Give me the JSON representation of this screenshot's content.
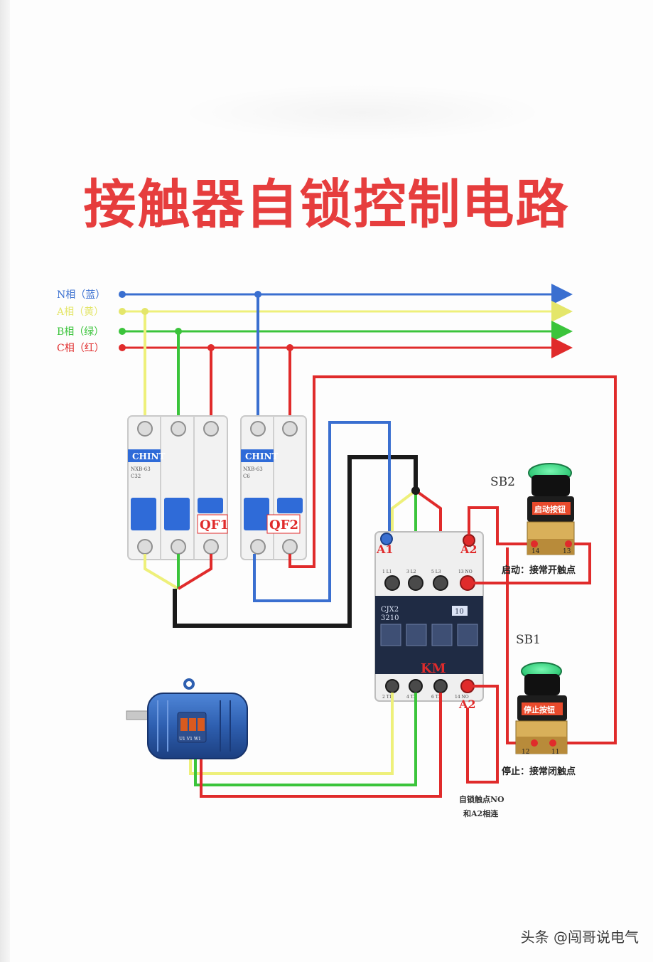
{
  "title": "接触器自锁控制电路",
  "lines": {
    "n": "N相（蓝）",
    "a": "A相（黄）",
    "b": "B相（绿）",
    "c": "C相（红）"
  },
  "breakers": {
    "qf1_brand": "CHINT",
    "qf1_label": "QF1",
    "qf1_model": "NXB-63",
    "qf1_rating": "C32",
    "qf2_brand": "CHINT",
    "qf2_label": "QF2",
    "qf2_model": "NXB-63",
    "qf2_rating": "C6"
  },
  "contactor": {
    "label": "KM",
    "model": "CJX2",
    "model_num": "3210",
    "aux": "10",
    "a1": "A1",
    "a2_top": "A2",
    "a2_bottom": "A2",
    "top_terminals": [
      "1 L1",
      "3 L2",
      "5 L3",
      "13 NO"
    ],
    "bottom_terminals": [
      "2 T1",
      "4 T2",
      "6 T3",
      "14 NO"
    ]
  },
  "sb2": {
    "label": "SB2",
    "plate": "启动按钮",
    "terminal_left": "14",
    "terminal_right": "13",
    "caption": "启动：接常开触点"
  },
  "sb1": {
    "label": "SB1",
    "plate": "停止按钮",
    "terminal_left": "12",
    "terminal_right": "11",
    "caption": "停止：接常闭触点"
  },
  "note_line1": "自锁触点NO",
  "note_line2": "和A2相连",
  "motor_terminals": "U1 V1 W1",
  "watermark": "头条 @闯哥说电气",
  "colors": {
    "title": "#e63d3d",
    "neutral": "#3a6fd0",
    "phase_a": "#eef07a",
    "phase_b": "#3bc43b",
    "phase_c": "#e02b2b",
    "control": "#1a1a1a",
    "breaker_handle": "#2f6bd8",
    "contactor_body": "#1f2b44",
    "button_green": "#3fe08a",
    "motor_blue": "#2e5fb0"
  }
}
